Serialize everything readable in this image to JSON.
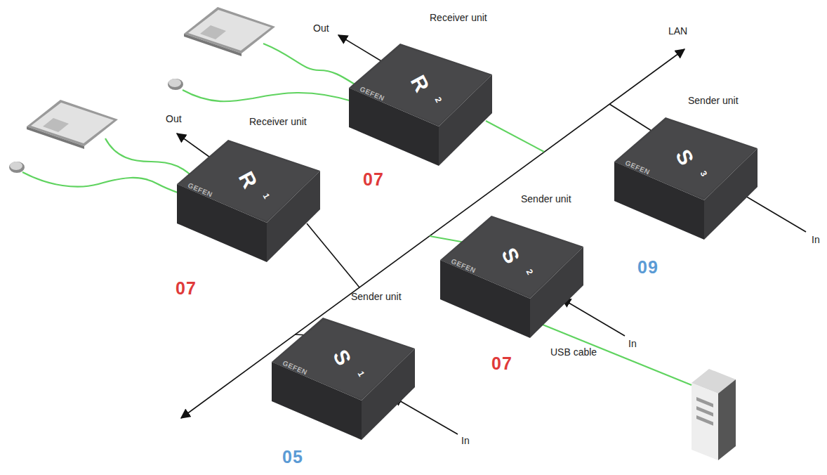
{
  "diagram": {
    "nodes": [
      {
        "text": [
          "GEFEN",
          "R",
          "2"
        ]
      },
      {
        "text": [
          "GEFEN",
          "R",
          "1"
        ]
      },
      {
        "text": [
          "GEFEN",
          "S",
          "3"
        ]
      },
      {
        "text": [
          "GEFEN",
          "S",
          "2"
        ]
      },
      {
        "text": [
          "GEFEN",
          "S",
          "1"
        ]
      }
    ],
    "labels": [
      "Receiver unit",
      "Out",
      "LAN",
      "Out",
      "Receiver unit",
      "Sender unit",
      "07",
      "Sender unit",
      "In",
      "09",
      "07",
      "Sender unit",
      "USB cable",
      "In",
      "07",
      "In",
      "05"
    ]
  }
}
